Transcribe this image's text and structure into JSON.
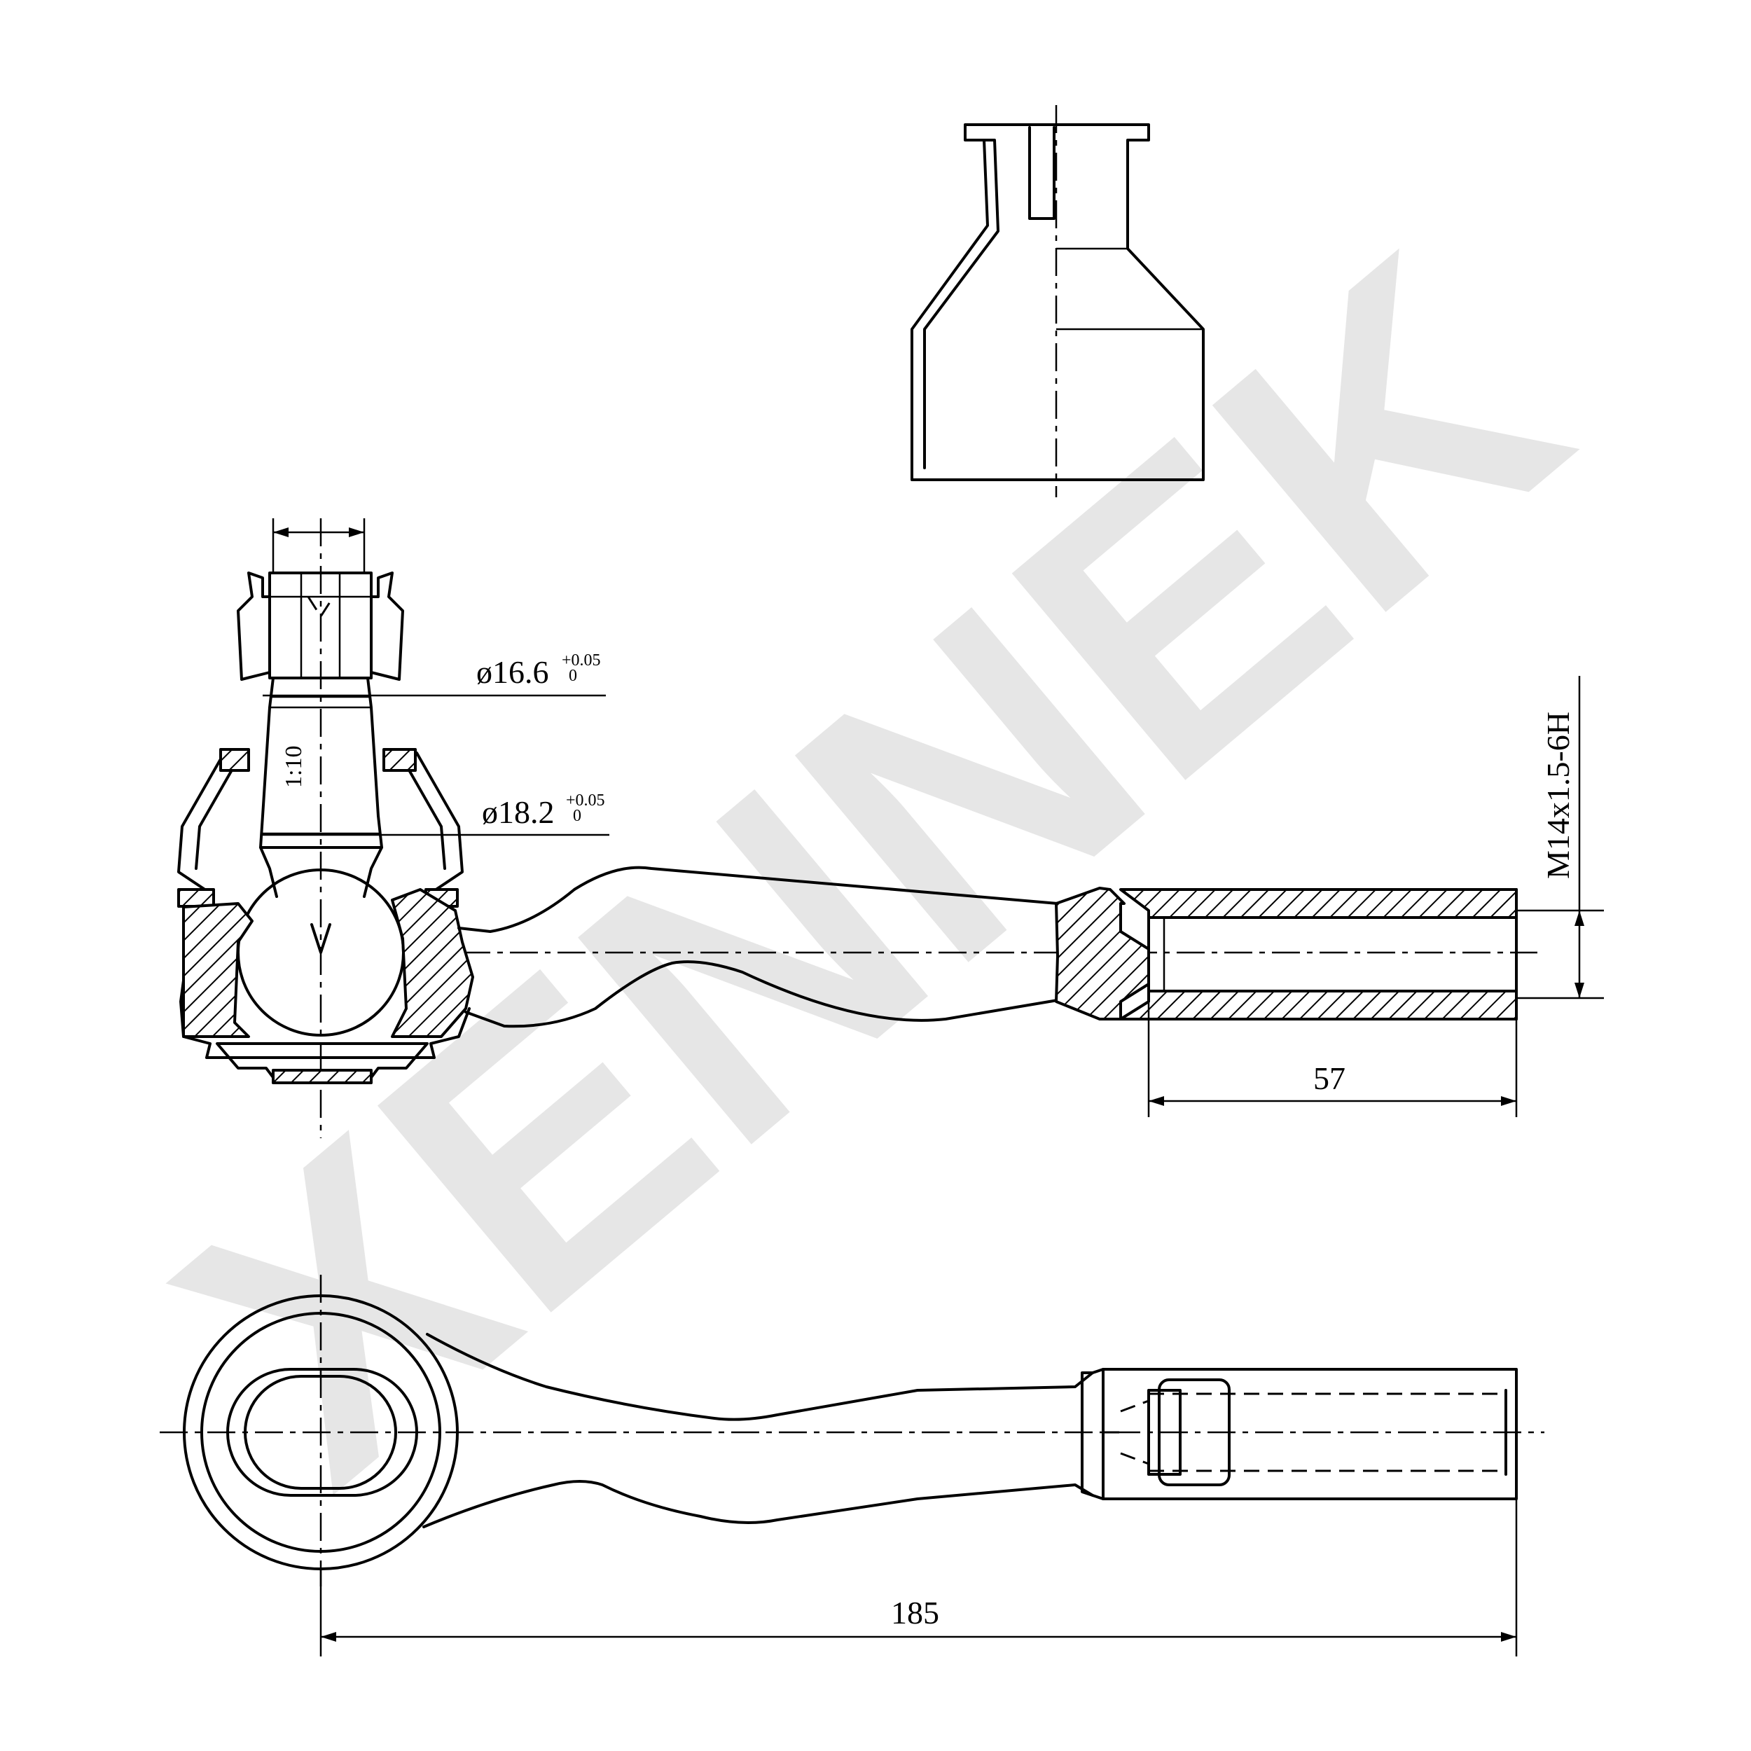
{
  "watermark": "XENNEK",
  "dimensions": {
    "shank_diameter_top": {
      "prefix": "ø16.6",
      "tol_upper": "+0.05",
      "tol_lower": "0"
    },
    "shank_diameter_bottom": {
      "prefix": "ø18.2",
      "tol_upper": "+0.05",
      "tol_lower": "0"
    },
    "taper": "1:10",
    "thread": "M14x1.5-6H",
    "thread_depth": "57",
    "overall_length": "185"
  }
}
